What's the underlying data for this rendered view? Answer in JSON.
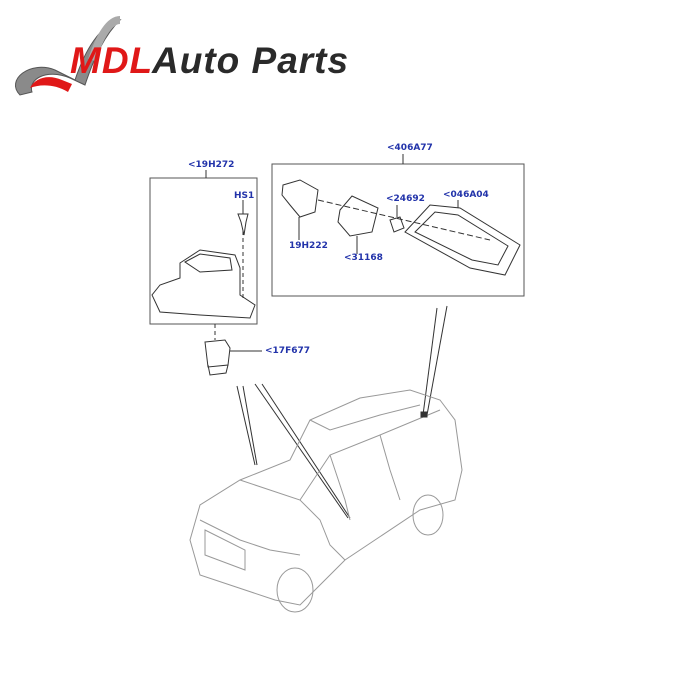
{
  "logo": {
    "brand": "MDL",
    "name": "Auto Parts",
    "accent": "#e01818"
  },
  "callouts": {
    "group_left": "<19H272",
    "group_right": "<406A77",
    "hs1": "HS1",
    "p19h222": "19H222",
    "p31168": "<31168",
    "p24692": "<24692",
    "p046a04": "<046A04",
    "p17f677": "<17F677"
  }
}
